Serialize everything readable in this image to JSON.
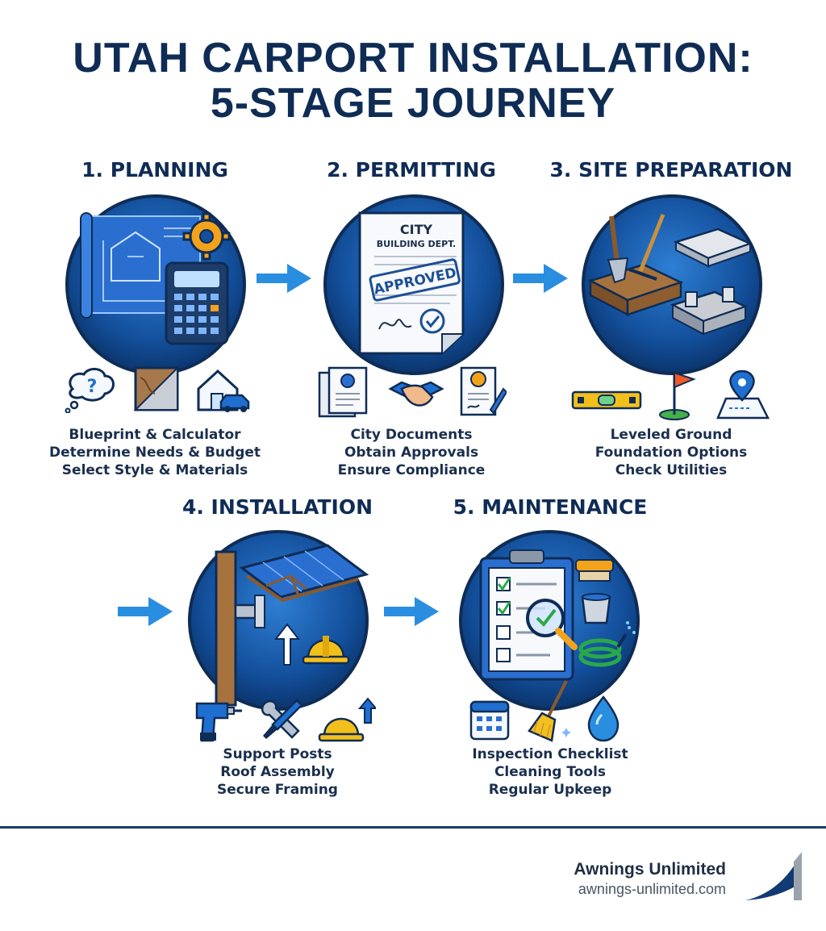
{
  "title": {
    "line1": "UTAH CARPORT INSTALLATION:",
    "line2": "5-STAGE JOURNEY"
  },
  "stages": [
    {
      "title": "1. PLANNING",
      "captions": [
        "Blueprint & Calculator",
        "Determine Needs & Budget",
        "Select Style & Materials"
      ],
      "icons": [
        "thought-bubble-question-icon",
        "materials-swatch-icon",
        "house-car-icon"
      ]
    },
    {
      "title": "2. PERMITTING",
      "doc_line1": "CITY",
      "doc_line2": "BUILDING DEPT.",
      "stamp": "APPROVED",
      "captions": [
        "City Documents",
        "Obtain Approvals",
        "Ensure Compliance"
      ],
      "icons": [
        "documents-icon",
        "handshake-icon",
        "certificate-pen-icon"
      ]
    },
    {
      "title": "3. SITE PREPARATION",
      "captions": [
        "Leveled Ground",
        "Foundation Options",
        "Check Utilities"
      ],
      "icons": [
        "spirit-level-icon",
        "survey-flag-icon",
        "map-pin-icon"
      ]
    },
    {
      "title": "4. INSTALLATION",
      "captions": [
        "Support Posts",
        "Roof Assembly",
        "Secure Framing"
      ],
      "icons": [
        "power-drill-icon",
        "wrench-screwdriver-icon",
        "hard-hat-arrow-icon"
      ]
    },
    {
      "title": "5. MAINTENANCE",
      "captions": [
        "Inspection Checklist",
        "Cleaning Tools",
        "Regular Upkeep"
      ],
      "icons": [
        "calendar-icon",
        "broom-icon",
        "water-drop-icon"
      ]
    }
  ],
  "footer": {
    "brand": "Awnings Unlimited",
    "url": "awnings-unlimited.com"
  },
  "colors": {
    "navy": "#0f2c55",
    "circle_blue": "#1253a3",
    "arrow_blue": "#2a8ee0",
    "accent_orange": "#f3a21b"
  }
}
